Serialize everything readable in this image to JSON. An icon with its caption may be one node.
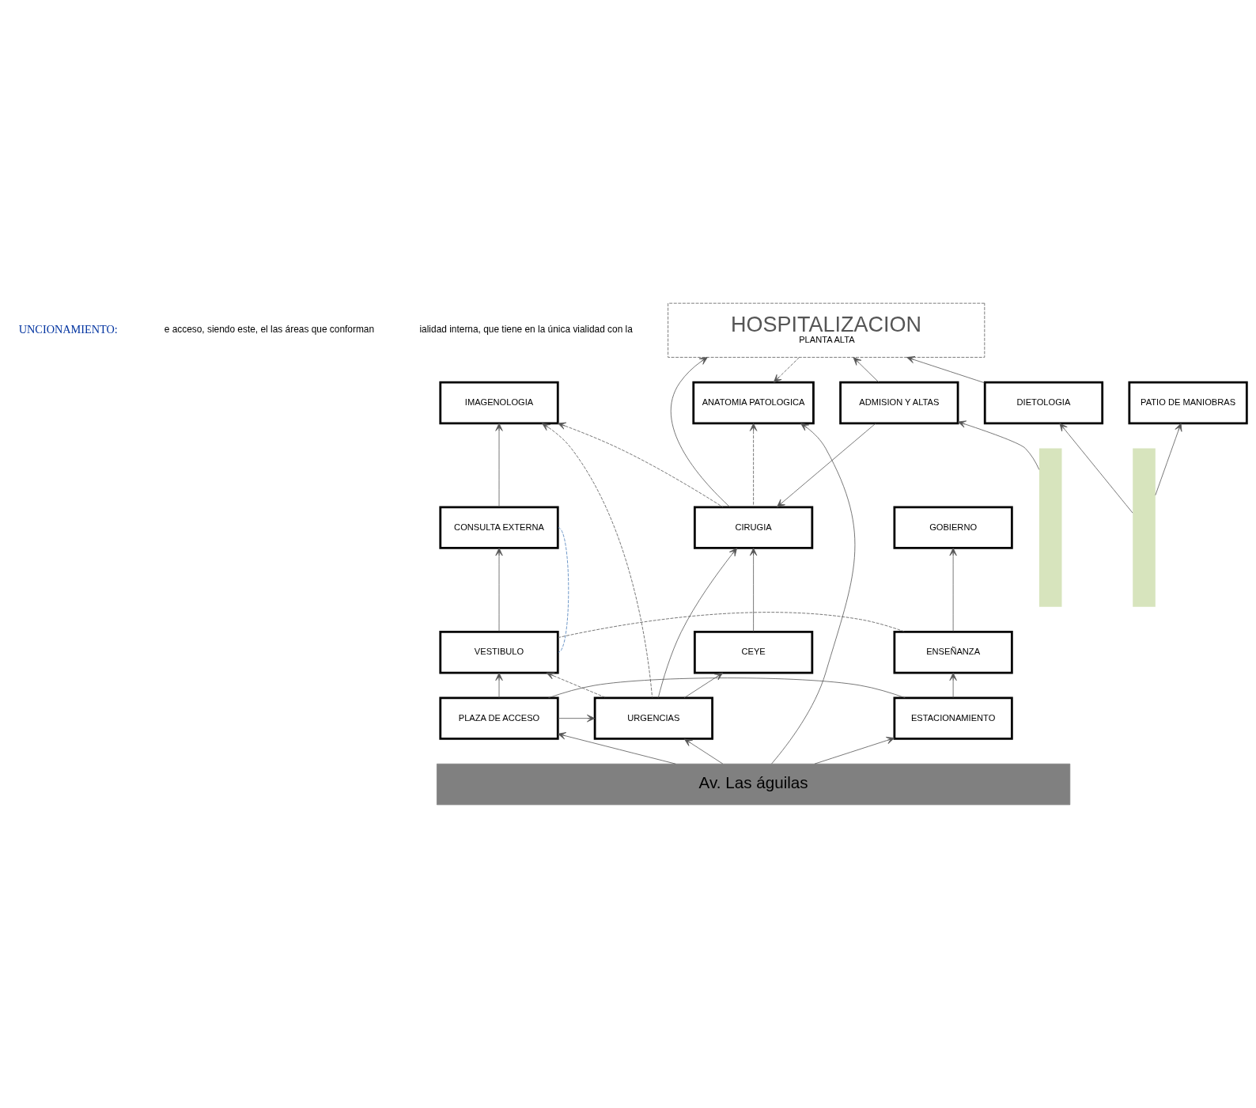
{
  "diagram": {
    "nodes": [
      {
        "text": [
          "HOSPITALIZACION",
          "PLANTA ALTA"
        ]
      },
      {
        "text": [
          "ADMISION Y ALTAS"
        ]
      },
      {
        "text": [
          "DIETOLOGIA"
        ]
      },
      {
        "text": [
          "ANATOMIA PATOLOGICA"
        ]
      },
      {
        "text": [
          "IMAGENOLOGIA"
        ]
      },
      {
        "text": [
          "PATIO DE MANIOBRAS"
        ]
      },
      {
        "text": [
          "CIRUGIA"
        ]
      },
      {
        "text": [
          "CONSULTA EXTERNA"
        ]
      },
      {
        "text": [
          "GOBIERNO"
        ]
      },
      {
        "text": [
          "CEYE"
        ]
      },
      {
        "text": [
          "VESTIBULO"
        ]
      },
      {
        "text": [
          "ENSEÑANZA"
        ]
      },
      {
        "text": [
          "URGENCIAS"
        ]
      },
      {
        "text": [
          "PLAZA DE ACCESO"
        ]
      },
      {
        "text": [
          "ESTACIONAMIENTO"
        ]
      },
      {
        "text": [
          "Av. Las águilas"
        ]
      },
      {
        "text": [],
        "shape": "bar"
      },
      {
        "text": [],
        "shape": "bar"
      }
    ],
    "edges": [
      {
        "from": 0,
        "to": 3,
        "arrow": "to",
        "style": "dashed"
      },
      {
        "from": 6,
        "to": 0,
        "arrow": "to"
      },
      {
        "from": 1,
        "to": 0,
        "arrow": "to"
      },
      {
        "from": 2,
        "to": 0,
        "arrow": "to"
      },
      {
        "from": 1,
        "to": 6,
        "arrow": "to"
      },
      {
        "from": 16,
        "to": 1,
        "arrow": "to"
      },
      {
        "from": 17,
        "to": 2,
        "arrow": "to"
      },
      {
        "from": 17,
        "to": 5,
        "arrow": "to"
      },
      {
        "from": 15,
        "to": 3,
        "arrow": "to"
      },
      {
        "from": 6,
        "to": 3,
        "arrow": "to",
        "style": "dashed"
      },
      {
        "from": 6,
        "to": 4,
        "arrow": "to",
        "style": "dashed"
      },
      {
        "from": 12,
        "to": 4,
        "arrow": "to",
        "style": "dashed"
      },
      {
        "from": 7,
        "to": 4,
        "arrow": "to"
      },
      {
        "from": 9,
        "to": 6,
        "arrow": "to"
      },
      {
        "from": 12,
        "to": 6,
        "arrow": "to"
      },
      {
        "from": 10,
        "to": 7,
        "arrow": "to"
      },
      {
        "from": 7,
        "to": 10,
        "arrow": "none",
        "style": "dashed",
        "color": "#4a7ebb"
      },
      {
        "from": 11,
        "to": 8,
        "arrow": "to"
      },
      {
        "from": 12,
        "to": 9,
        "arrow": "to"
      },
      {
        "from": 12,
        "to": 10,
        "arrow": "to",
        "style": "dashed"
      },
      {
        "from": 13,
        "to": 10,
        "arrow": "to"
      },
      {
        "from": 10,
        "to": 11,
        "arrow": "none",
        "style": "dashed"
      },
      {
        "from": 14,
        "to": 11,
        "arrow": "to"
      },
      {
        "from": 13,
        "to": 12,
        "arrow": "to"
      },
      {
        "from": 13,
        "to": 14,
        "arrow": "none"
      },
      {
        "from": 15,
        "to": 12,
        "arrow": "to"
      },
      {
        "from": 15,
        "to": 13,
        "arrow": "to"
      },
      {
        "from": 15,
        "to": 14,
        "arrow": "to"
      }
    ],
    "labels": [
      "UNCIONAMIENTO:",
      "e acceso, siendo este, el las áreas que conforman",
      "ialidad interna, que tiene en la única vialidad con la"
    ]
  }
}
